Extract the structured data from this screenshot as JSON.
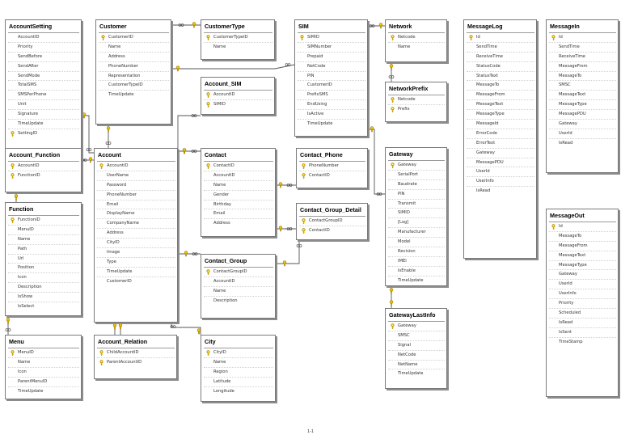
{
  "page_number": "1-1",
  "icons": {
    "primary_key": "key-icon",
    "relationship_one": "key-icon",
    "relationship_many": "infinity-icon"
  },
  "colors": {
    "key": "#f2c200",
    "border": "#7a7a7a",
    "shadow": "#8c8c8c"
  },
  "tables": [
    {
      "id": "accountsetting",
      "title": "AccountSetting",
      "columns": [
        {
          "name": "AccountID",
          "pk": false
        },
        {
          "name": "Priority",
          "pk": false
        },
        {
          "name": "SendBefore",
          "pk": false
        },
        {
          "name": "SendAfter",
          "pk": false
        },
        {
          "name": "SendMode",
          "pk": false
        },
        {
          "name": "TotalSMS",
          "pk": false
        },
        {
          "name": "SMSPerPhone",
          "pk": false
        },
        {
          "name": "Unit",
          "pk": false
        },
        {
          "name": "Signature",
          "pk": false
        },
        {
          "name": "TimeUpdate",
          "pk": false
        },
        {
          "name": "SettingID",
          "pk": true
        }
      ]
    },
    {
      "id": "customer",
      "title": "Customer",
      "columns": [
        {
          "name": "CustomerID",
          "pk": true
        },
        {
          "name": "Name",
          "pk": false
        },
        {
          "name": "Address",
          "pk": false
        },
        {
          "name": "PhoneNumber",
          "pk": false
        },
        {
          "name": "Representation",
          "pk": false
        },
        {
          "name": "CustomerTypeID",
          "pk": false
        },
        {
          "name": "TimeUpdate",
          "pk": false
        }
      ]
    },
    {
      "id": "customertype",
      "title": "CustomerType",
      "columns": [
        {
          "name": "CustomerTypeID",
          "pk": true
        },
        {
          "name": "Name",
          "pk": false
        }
      ]
    },
    {
      "id": "sim",
      "title": "SIM",
      "columns": [
        {
          "name": "SIMID",
          "pk": true
        },
        {
          "name": "SIMNumber",
          "pk": false
        },
        {
          "name": "Prepaid",
          "pk": false
        },
        {
          "name": "NetCode",
          "pk": false
        },
        {
          "name": "PIN",
          "pk": false
        },
        {
          "name": "CustomerID",
          "pk": false
        },
        {
          "name": "PrefixSMS",
          "pk": false
        },
        {
          "name": "EndUsing",
          "pk": false
        },
        {
          "name": "IsActive",
          "pk": false
        },
        {
          "name": "TimeUpdate",
          "pk": false
        }
      ]
    },
    {
      "id": "network",
      "title": "Network",
      "columns": [
        {
          "name": "Netcode",
          "pk": true
        },
        {
          "name": "Name",
          "pk": false
        }
      ]
    },
    {
      "id": "messagelog",
      "title": "MessageLog",
      "columns": [
        {
          "name": "Id",
          "pk": true
        },
        {
          "name": "SendTime",
          "pk": false
        },
        {
          "name": "ReceiveTime",
          "pk": false
        },
        {
          "name": "StatusCode",
          "pk": false
        },
        {
          "name": "StatusText",
          "pk": false
        },
        {
          "name": "MessageTo",
          "pk": false
        },
        {
          "name": "MessageFrom",
          "pk": false
        },
        {
          "name": "MessageText",
          "pk": false
        },
        {
          "name": "MessageType",
          "pk": false
        },
        {
          "name": "MessageId",
          "pk": false
        },
        {
          "name": "ErrorCode",
          "pk": false
        },
        {
          "name": "ErrorText",
          "pk": false
        },
        {
          "name": "Gateway",
          "pk": false
        },
        {
          "name": "MessagePDU",
          "pk": false
        },
        {
          "name": "UserId",
          "pk": false
        },
        {
          "name": "UserInfo",
          "pk": false
        },
        {
          "name": "IsRead",
          "pk": false
        }
      ]
    },
    {
      "id": "messagein",
      "title": "MessageIn",
      "columns": [
        {
          "name": "Id",
          "pk": true
        },
        {
          "name": "SendTime",
          "pk": false
        },
        {
          "name": "ReceiveTime",
          "pk": false
        },
        {
          "name": "MessageFrom",
          "pk": false
        },
        {
          "name": "MessageTo",
          "pk": false
        },
        {
          "name": "SMSC",
          "pk": false
        },
        {
          "name": "MessageText",
          "pk": false
        },
        {
          "name": "MessageType",
          "pk": false
        },
        {
          "name": "MessagePDU",
          "pk": false
        },
        {
          "name": "Gateway",
          "pk": false
        },
        {
          "name": "UserId",
          "pk": false
        },
        {
          "name": "IsRead",
          "pk": false
        }
      ]
    },
    {
      "id": "account_sim",
      "title": "Account_SIM",
      "columns": [
        {
          "name": "AccountID",
          "pk": true
        },
        {
          "name": "SIMID",
          "pk": true
        }
      ]
    },
    {
      "id": "networkprefix",
      "title": "NetworkPrefix",
      "columns": [
        {
          "name": "Netcode",
          "pk": true
        },
        {
          "name": "Prefix",
          "pk": true
        }
      ]
    },
    {
      "id": "account_function",
      "title": "Account_Function",
      "columns": [
        {
          "name": "AccountID",
          "pk": true
        },
        {
          "name": "FunctionID",
          "pk": true
        }
      ]
    },
    {
      "id": "account",
      "title": "Account",
      "columns": [
        {
          "name": "AccountID",
          "pk": true
        },
        {
          "name": "UserName",
          "pk": false
        },
        {
          "name": "Password",
          "pk": false
        },
        {
          "name": "PhoneNumber",
          "pk": false
        },
        {
          "name": "Email",
          "pk": false
        },
        {
          "name": "DisplayName",
          "pk": false
        },
        {
          "name": "CompanyName",
          "pk": false
        },
        {
          "name": "Address",
          "pk": false
        },
        {
          "name": "CityID",
          "pk": false
        },
        {
          "name": "Image",
          "pk": false
        },
        {
          "name": "Type",
          "pk": false
        },
        {
          "name": "TimeUpdate",
          "pk": false
        },
        {
          "name": "CustomerID",
          "pk": false
        }
      ]
    },
    {
      "id": "contact",
      "title": "Contact",
      "columns": [
        {
          "name": "ContactID",
          "pk": true
        },
        {
          "name": "AccountID",
          "pk": false
        },
        {
          "name": "Name",
          "pk": false
        },
        {
          "name": "Gender",
          "pk": false
        },
        {
          "name": "Birthday",
          "pk": false
        },
        {
          "name": "Email",
          "pk": false
        },
        {
          "name": "Address",
          "pk": false
        }
      ]
    },
    {
      "id": "contact_phone",
      "title": "Contact_Phone",
      "columns": [
        {
          "name": "PhoneNumber",
          "pk": true
        },
        {
          "name": "ContactID",
          "pk": true
        }
      ]
    },
    {
      "id": "gateway",
      "title": "Gateway",
      "columns": [
        {
          "name": "Gateway",
          "pk": true
        },
        {
          "name": "SerialPort",
          "pk": false
        },
        {
          "name": "Baudrate",
          "pk": false
        },
        {
          "name": "PIN",
          "pk": false
        },
        {
          "name": "Transmit",
          "pk": false
        },
        {
          "name": "SIMID",
          "pk": false
        },
        {
          "name": "[Log]",
          "pk": false
        },
        {
          "name": "Manufacturer",
          "pk": false
        },
        {
          "name": "Model",
          "pk": false
        },
        {
          "name": "Revision",
          "pk": false
        },
        {
          "name": "IMEI",
          "pk": false
        },
        {
          "name": "IsEnable",
          "pk": false
        },
        {
          "name": "TimeUpdate",
          "pk": false
        }
      ]
    },
    {
      "id": "function",
      "title": "Function",
      "columns": [
        {
          "name": "FunctionID",
          "pk": true
        },
        {
          "name": "MenuID",
          "pk": false
        },
        {
          "name": "Name",
          "pk": false
        },
        {
          "name": "Path",
          "pk": false
        },
        {
          "name": "Url",
          "pk": false
        },
        {
          "name": "Position",
          "pk": false
        },
        {
          "name": "Icon",
          "pk": false
        },
        {
          "name": "Description",
          "pk": false
        },
        {
          "name": "IsShow",
          "pk": false
        },
        {
          "name": "IsSelect",
          "pk": false
        }
      ]
    },
    {
      "id": "contact_group_detail",
      "title": "Contact_Group_Detail",
      "columns": [
        {
          "name": "ContactGroupID",
          "pk": true
        },
        {
          "name": "ContactID",
          "pk": true
        }
      ]
    },
    {
      "id": "messageout",
      "title": "MessageOut",
      "columns": [
        {
          "name": "Id",
          "pk": true
        },
        {
          "name": "MessageTo",
          "pk": false
        },
        {
          "name": "MessageFrom",
          "pk": false
        },
        {
          "name": "MessageText",
          "pk": false
        },
        {
          "name": "MessageType",
          "pk": false
        },
        {
          "name": "Gateway",
          "pk": false
        },
        {
          "name": "UserId",
          "pk": false
        },
        {
          "name": "UserInfo",
          "pk": false
        },
        {
          "name": "Priority",
          "pk": false
        },
        {
          "name": "Scheduled",
          "pk": false
        },
        {
          "name": "IsRead",
          "pk": false
        },
        {
          "name": "IsSent",
          "pk": false
        },
        {
          "name": "TimeStamp",
          "pk": false
        }
      ]
    },
    {
      "id": "contact_group",
      "title": "Contact_Group",
      "columns": [
        {
          "name": "ContactGroupID",
          "pk": true
        },
        {
          "name": "AccountID",
          "pk": false
        },
        {
          "name": "Name",
          "pk": false
        },
        {
          "name": "Description",
          "pk": false
        }
      ]
    },
    {
      "id": "gatewaylastinfo",
      "title": "GatewayLastInfo",
      "columns": [
        {
          "name": "Gateway",
          "pk": true
        },
        {
          "name": "SMSC",
          "pk": false
        },
        {
          "name": "Signal",
          "pk": false
        },
        {
          "name": "NetCode",
          "pk": false
        },
        {
          "name": "NetName",
          "pk": false
        },
        {
          "name": "TimeUpdate",
          "pk": false
        }
      ]
    },
    {
      "id": "menu",
      "title": "Menu",
      "columns": [
        {
          "name": "MenuID",
          "pk": true
        },
        {
          "name": "Name",
          "pk": false
        },
        {
          "name": "Icon",
          "pk": false
        },
        {
          "name": "ParentMenuID",
          "pk": false
        },
        {
          "name": "TimeUpdate",
          "pk": false
        }
      ]
    },
    {
      "id": "account_relation",
      "title": "Account_Relation",
      "columns": [
        {
          "name": "ChildAccountID",
          "pk": true
        },
        {
          "name": "ParentAccountID",
          "pk": true
        }
      ]
    },
    {
      "id": "city",
      "title": "City",
      "columns": [
        {
          "name": "CityID",
          "pk": true
        },
        {
          "name": "Name",
          "pk": false
        },
        {
          "name": "Region",
          "pk": false
        },
        {
          "name": "Latitude",
          "pk": false
        },
        {
          "name": "Longitude",
          "pk": false
        }
      ]
    }
  ]
}
